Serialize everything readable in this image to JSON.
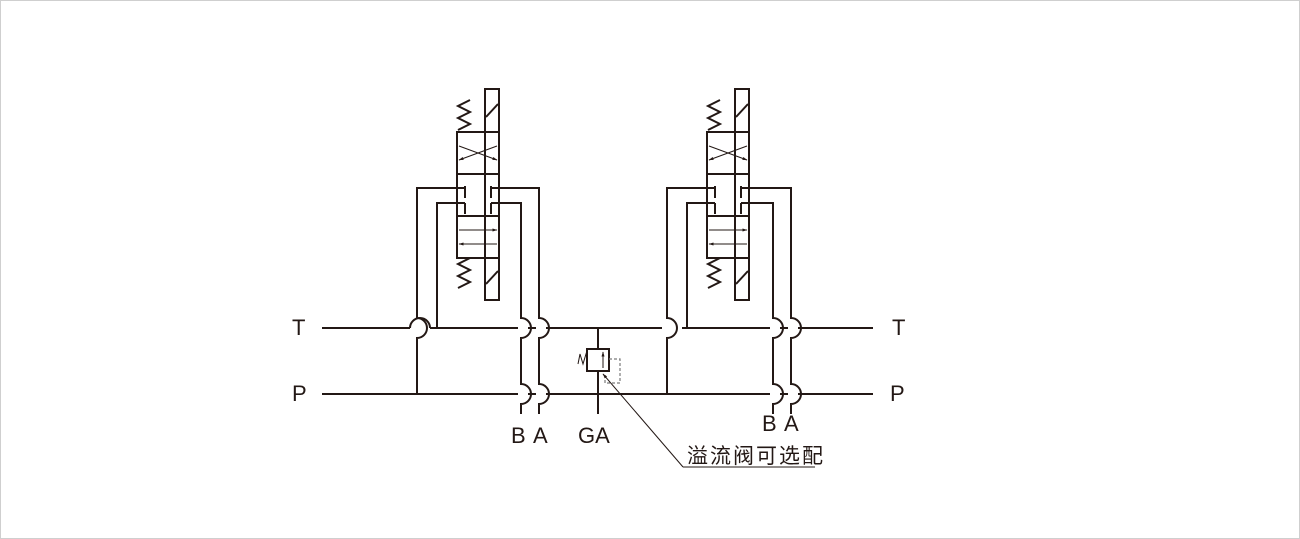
{
  "diagram": {
    "type": "hydraulic-schematic",
    "labels": {
      "tank_left": "T",
      "pressure_left": "P",
      "tank_right": "T",
      "pressure_right": "P",
      "valve1_port_b": "B",
      "valve1_port_a": "A",
      "gauge_port": "GA",
      "valve2_port_b": "B",
      "valve2_port_a": "A"
    },
    "annotation": "溢流阀可选配",
    "valves": [
      {
        "name": "directional-valve-1",
        "positions": 3,
        "actuation": "spring-centered, manual lever"
      },
      {
        "name": "directional-valve-2",
        "positions": 3,
        "actuation": "spring-centered, manual lever"
      }
    ],
    "relief_valve": {
      "optional": true
    },
    "colors": {
      "line": "#231815",
      "border": "#cfcfcf",
      "pilot": "#7a7a7a"
    }
  }
}
